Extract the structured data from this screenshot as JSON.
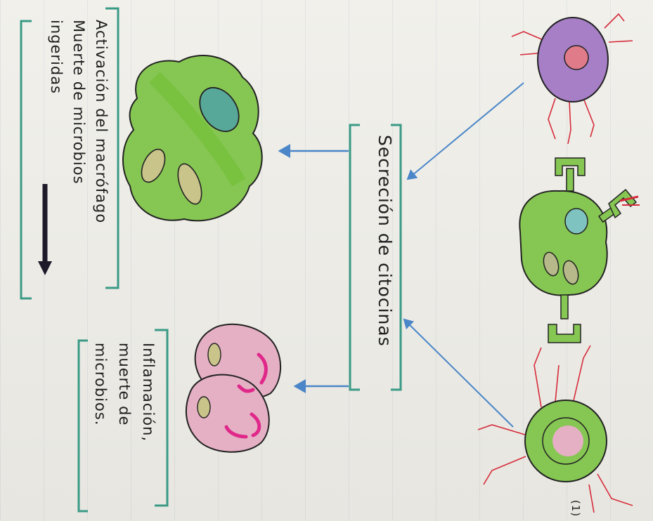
{
  "labels": {
    "cytokines": "Secreción de citocinas",
    "macrophage": [
      "Activación del macrófago",
      "Muerte de microbios",
      "ingeridas"
    ],
    "inflammation": [
      "Inflamación,",
      "muerte de",
      "microbios."
    ],
    "corner": "(1)"
  },
  "colors": {
    "bracket": "#3a9a86",
    "arrow": "#4a86c8",
    "cell_green": "#86c653",
    "cell_purple": "#a67fc6",
    "cell_pink": "#e5b0c4",
    "nucleus_red": "#e07b8a",
    "spike_red": "#d62b3a",
    "granule_magenta": "#e0288a"
  }
}
